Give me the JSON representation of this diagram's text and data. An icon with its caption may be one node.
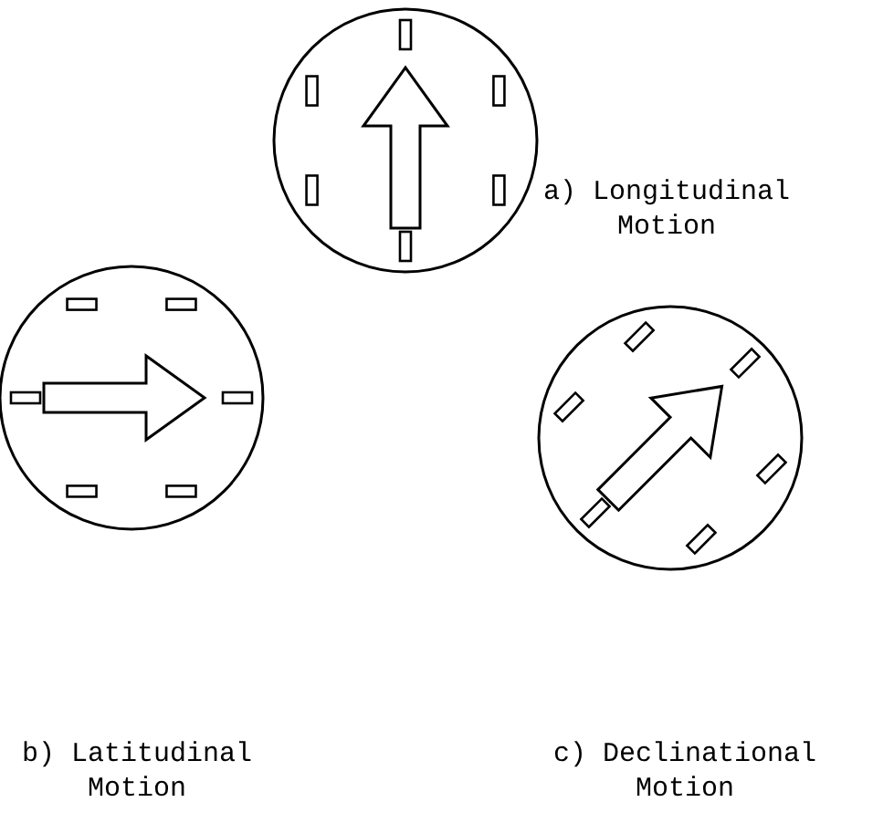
{
  "diagram": {
    "labels": [
      "a) Longitudinal Motion",
      "b) Latitudinal Motion",
      "c) Declinational Motion"
    ]
  }
}
